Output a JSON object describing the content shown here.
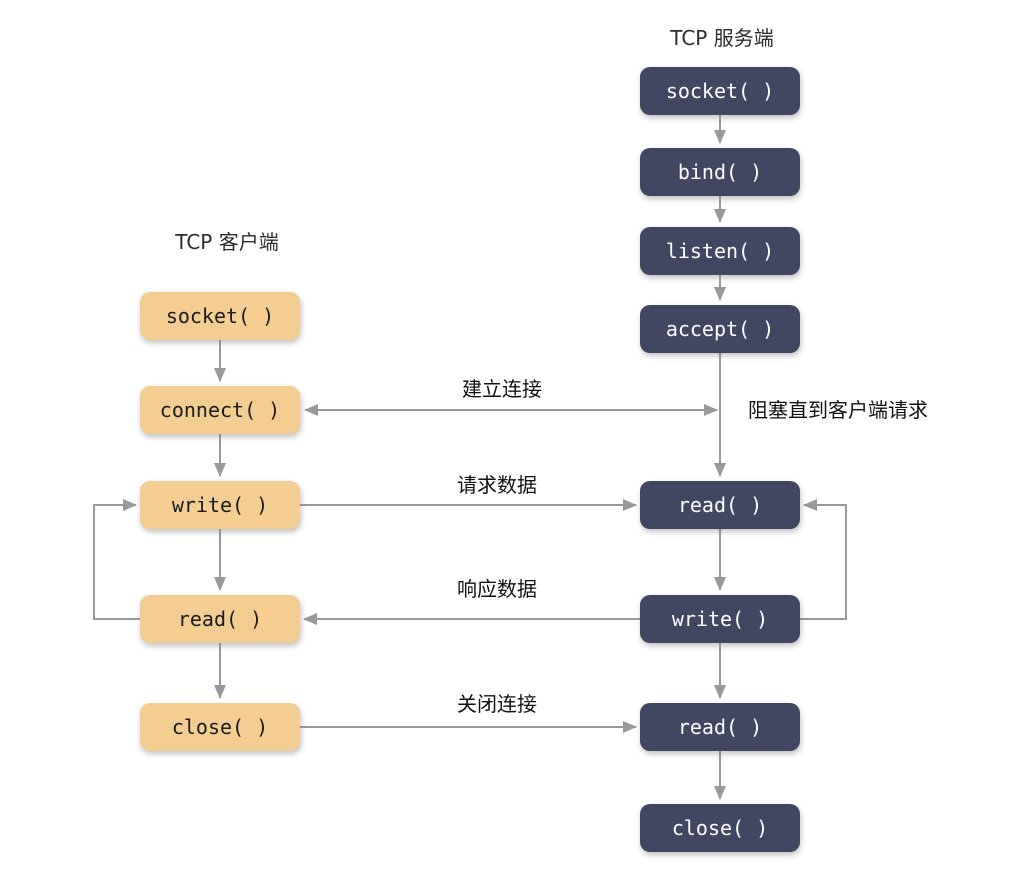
{
  "client": {
    "title": "TCP 客户端",
    "steps": [
      "socket( )",
      "connect( )",
      "write( )",
      "read( )",
      "close( )"
    ]
  },
  "server": {
    "title": "TCP 服务端",
    "steps": [
      "socket( )",
      "bind( )",
      "listen( )",
      "accept( )",
      "read( )",
      "write( )",
      "read( )",
      "close( )"
    ]
  },
  "labels": {
    "establish": "建立连接",
    "request": "请求数据",
    "response": "响应数据",
    "close": "关闭连接",
    "block_note": "阻塞直到客户端请求"
  },
  "colors": {
    "client_box": "#F3CD92",
    "server_box": "#414663",
    "arrow": "#999999",
    "client_text": "#1B1B1B",
    "server_text": "#FFFFFF",
    "label_text": "#111111"
  }
}
